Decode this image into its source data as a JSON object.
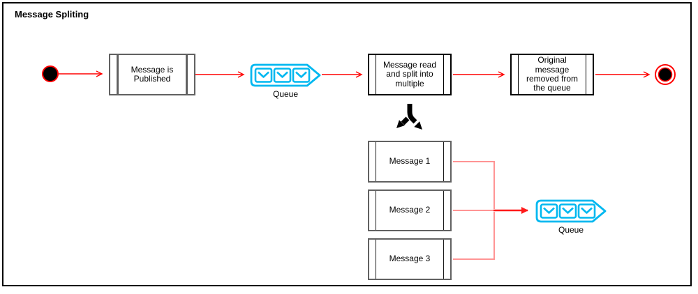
{
  "title": "Message Spliting",
  "colors": {
    "accent_cyan": "#00B8F0",
    "flow_red": "#FF0000",
    "merge_red": "#FF1A1A",
    "split_pink": "#FF9494",
    "box_gray": "#616161",
    "black": "#000000"
  },
  "nodes": {
    "published": {
      "label": "Message is Published"
    },
    "read_split": {
      "label": "Message read and split into multiple"
    },
    "removed": {
      "label": "Original message removed from the queue"
    },
    "message1": {
      "label": "Message 1"
    },
    "message2": {
      "label": "Message 2"
    },
    "message3": {
      "label": "Message 3"
    }
  },
  "queues": {
    "queue1": {
      "label": "Queue"
    },
    "queue2": {
      "label": "Queue"
    }
  }
}
